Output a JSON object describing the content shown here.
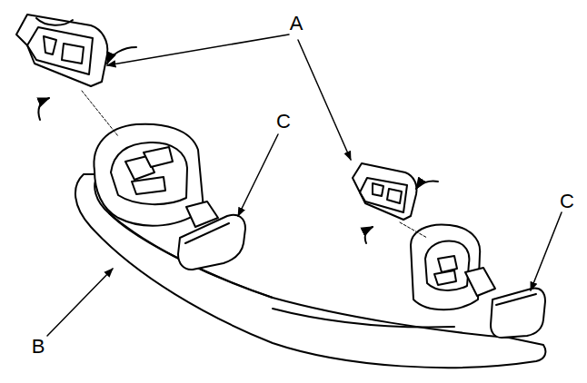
{
  "diagram": {
    "labels": [
      "A",
      "B",
      "C",
      "C"
    ]
  }
}
